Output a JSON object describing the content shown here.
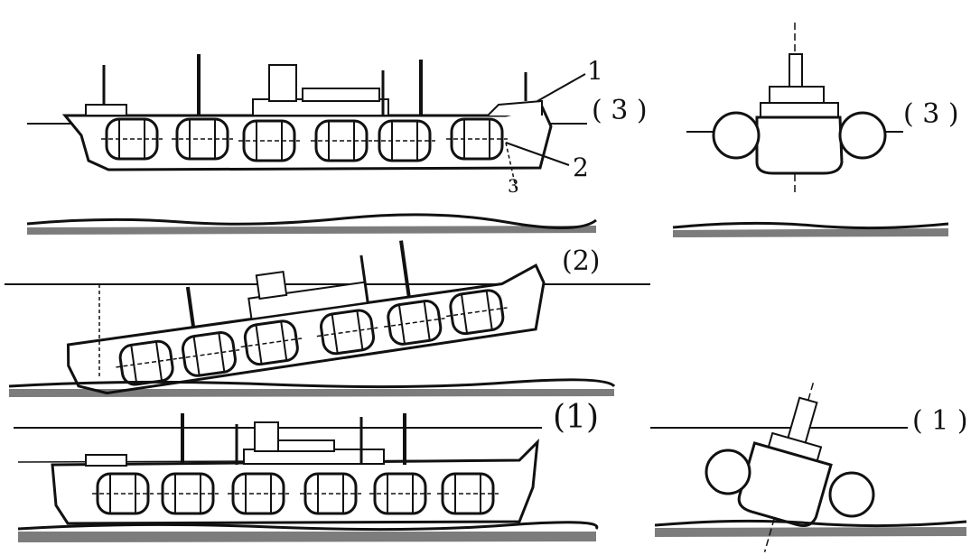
{
  "labels": {
    "side_top": "( 3 )",
    "side_middle": "(2)",
    "side_bottom": "(1)",
    "end_top": "( 3 )",
    "end_bottom": "( 1 )",
    "callout_1": "1",
    "callout_2": "2",
    "callout_3": "3"
  },
  "colors": {
    "ink": "#111111",
    "paper": "#ffffff"
  }
}
